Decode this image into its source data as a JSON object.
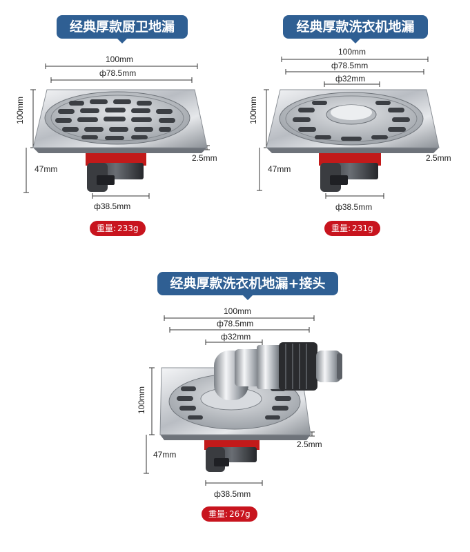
{
  "products": [
    {
      "title": "经典厚款厨卫地漏",
      "dim_width": "100mm",
      "dim_grate": "ф78.5mm",
      "dim_height_side": "100mm",
      "dim_body": "47mm",
      "dim_thickness": "2.5mm",
      "dim_outlet": "ф38.5mm",
      "weight_label": "重量:",
      "weight_value": "233g"
    },
    {
      "title": "经典厚款洗衣机地漏",
      "dim_width": "100mm",
      "dim_grate": "ф78.5mm",
      "dim_center": "ф32mm",
      "dim_height_side": "100mm",
      "dim_body": "47mm",
      "dim_thickness": "2.5mm",
      "dim_outlet": "ф38.5mm",
      "weight_label": "重量:",
      "weight_value": "231g"
    },
    {
      "title": "经典厚款洗衣机地漏+接头",
      "dim_width": "100mm",
      "dim_grate": "ф78.5mm",
      "dim_center": "ф32mm",
      "dim_height_side": "100mm",
      "dim_body": "47mm",
      "dim_thickness": "2.5mm",
      "dim_outlet": "ф38.5mm",
      "weight_label": "重量:",
      "weight_value": "267g"
    }
  ],
  "colors": {
    "title_bg": "#2f5f93",
    "weight_bg": "#c8141e",
    "steel": "#c9ccd0",
    "seal_red": "#c21a1a"
  }
}
